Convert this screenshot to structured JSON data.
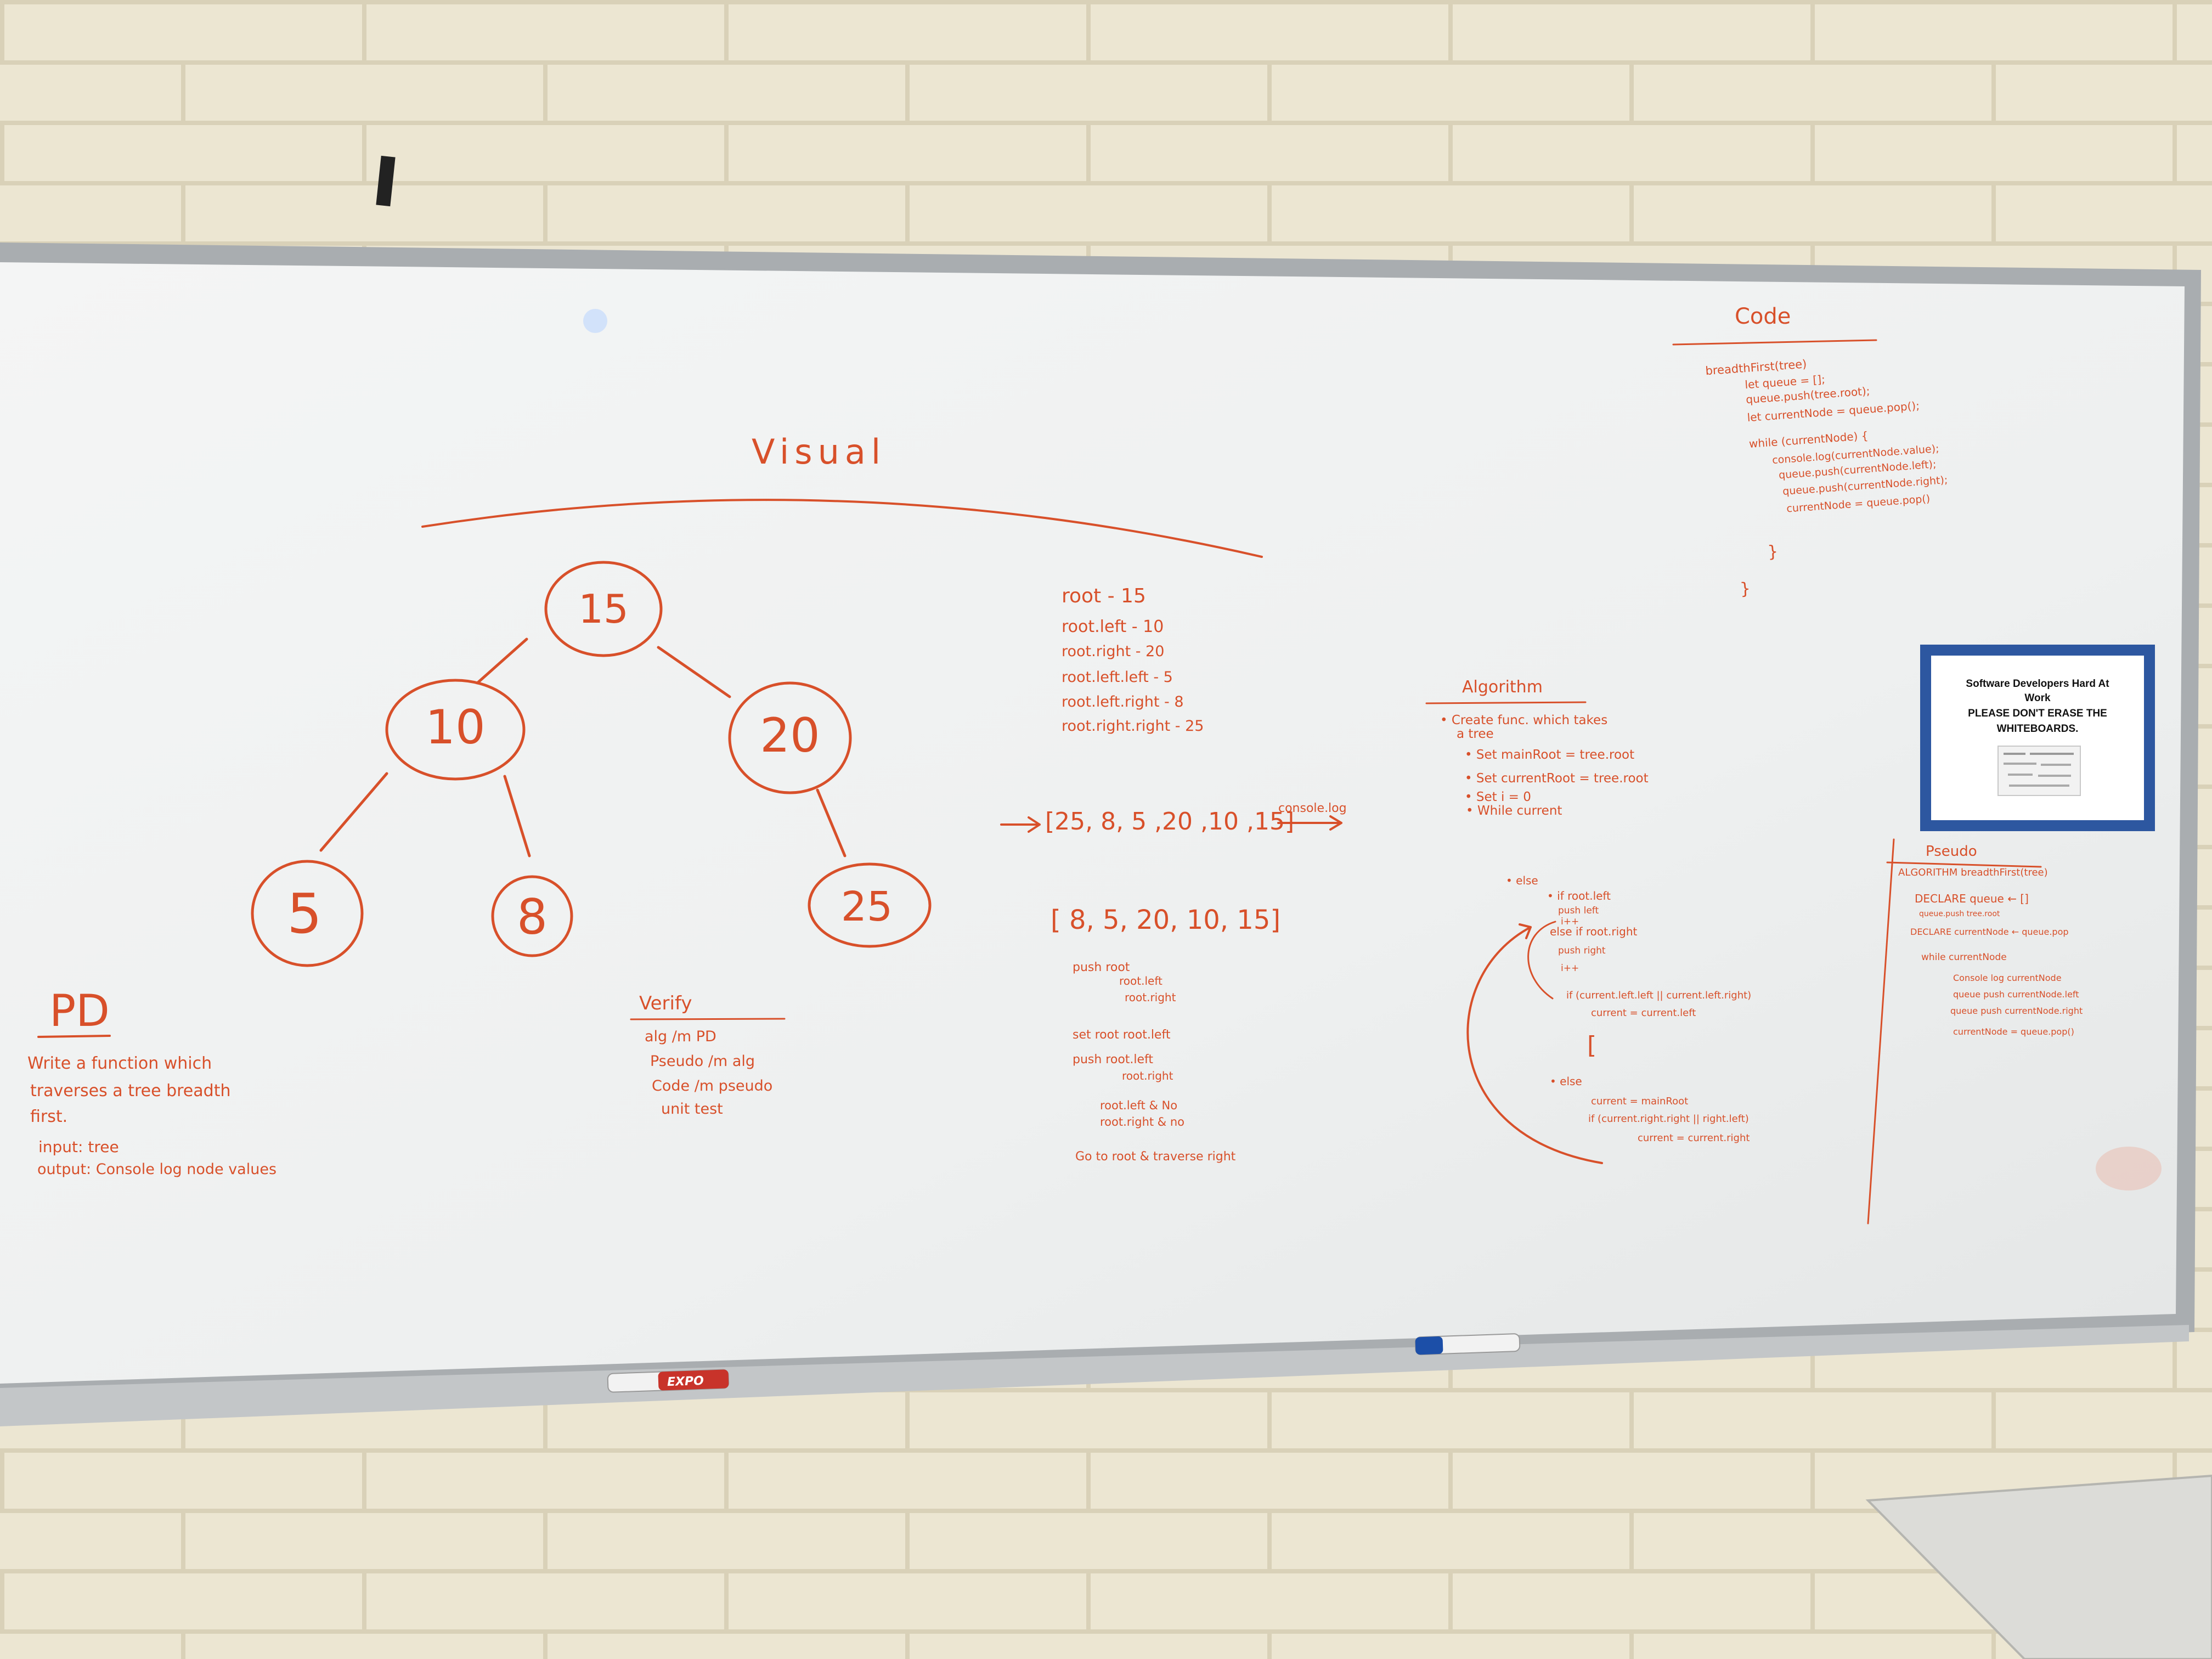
{
  "colors": {
    "wall": "#ece6d2",
    "mortar": "#d9d1b8",
    "board": "#f3f4f4",
    "frame": "#a9adb0",
    "marker": "#d8502a",
    "sign_border": "#2d57a0"
  },
  "board": {
    "visual": {
      "title": "Visual",
      "nodes": {
        "root": "15",
        "left": "10",
        "right": "20",
        "left_left": "5",
        "left_right": "8",
        "right_right": "25"
      }
    },
    "assignments": {
      "lines": [
        "root - 15",
        "root.left - 10",
        "root.right - 20",
        "root.left.left - 5",
        "root.left.right - 8",
        "root.right.right - 25"
      ]
    },
    "arrays": {
      "first": "[25, 8, 5 ,20 ,10 ,15]",
      "console_note": "console.log",
      "second": "[   8, 5, 20, 10, 15]"
    },
    "steps": {
      "lines": [
        "push root",
        "root.left",
        "root.right",
        "set root root.left",
        "push root.left",
        "root.right",
        "root.left & No",
        "root.right & no",
        "Go to root & traverse right"
      ]
    },
    "pd": {
      "title": "PD",
      "lines": [
        "Write a function which",
        "traverses a tree breadth",
        "first.",
        "input: tree",
        "output: Console log node values"
      ]
    },
    "verify": {
      "title": "Verify",
      "lines": [
        "alg /m PD",
        "Pseudo /m alg",
        "Code /m pseudo",
        "unit test"
      ]
    },
    "algorithm": {
      "title": "Algorithm",
      "lines": [
        "• Create func. which takes",
        "a tree",
        "• Set mainRoot = tree.root",
        "• Set currentRoot = tree.root",
        "• Set i = 0",
        "• While current"
      ]
    },
    "algorithm_detail": {
      "lines": [
        "• else",
        "• if root.left",
        "push left",
        "i++",
        "else if root.right",
        "push right",
        "i++",
        "if (current.left.left || current.left.right)",
        "current = current.left",
        "[",
        "• else",
        "current = mainRoot",
        "if (current.right.right || right.left)",
        "current = current.right"
      ]
    },
    "code": {
      "title": "Code",
      "lines": [
        "breadthFirst(tree)",
        "let queue = [];",
        "queue.push(tree.root);",
        "let currentNode = queue.pop();",
        "while (currentNode) {",
        "console.log(currentNode.value);",
        "queue.push(currentNode.left);",
        "queue.push(currentNode.right);",
        "currentNode = queue.pop()",
        "}",
        "}"
      ]
    },
    "pseudo": {
      "title": "Pseudo",
      "lines": [
        "ALGORITHM breadthFirst(tree)",
        "DECLARE queue ← []",
        "queue.push tree.root",
        "DECLARE currentNode ← queue.pop",
        "while currentNode",
        "Console log currentNode",
        "queue push currentNode.left",
        "queue push currentNode.right",
        "currentNode = queue.pop()"
      ]
    }
  },
  "sign": {
    "lines": [
      "Software Developers Hard At",
      "Work",
      "PLEASE DON'T ERASE THE",
      "WHITEBOARDS."
    ]
  },
  "marker_label": "EXPO"
}
